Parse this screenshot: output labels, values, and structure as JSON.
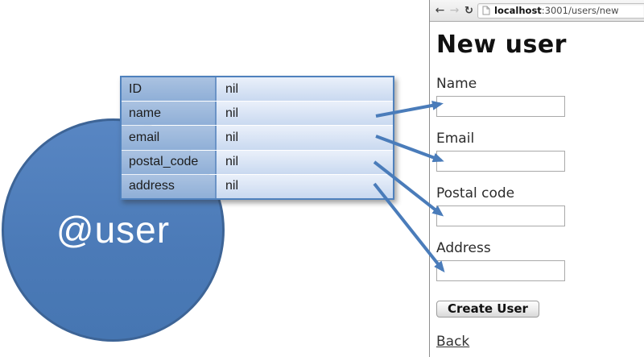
{
  "diagram": {
    "object_label": "@user",
    "accent_color": "#4f81bd",
    "circle_fill": "#4b7ab7",
    "table": {
      "rows": [
        {
          "field": "ID",
          "value": "nil"
        },
        {
          "field": "name",
          "value": "nil"
        },
        {
          "field": "email",
          "value": "nil"
        },
        {
          "field": "postal_code",
          "value": "nil"
        },
        {
          "field": "address",
          "value": "nil"
        }
      ]
    },
    "arrow_color": "#4a7cba"
  },
  "browser": {
    "toolbar": {
      "back_glyph": "←",
      "forward_glyph": "→",
      "reload_glyph": "↻",
      "url_host": "localhost",
      "url_path": ":3001/users/new"
    },
    "page": {
      "title": "New user",
      "fields": [
        {
          "label": "Name",
          "value": ""
        },
        {
          "label": "Email",
          "value": ""
        },
        {
          "label": "Postal code",
          "value": ""
        },
        {
          "label": "Address",
          "value": ""
        }
      ],
      "submit_label": "Create User",
      "back_label": "Back"
    }
  }
}
